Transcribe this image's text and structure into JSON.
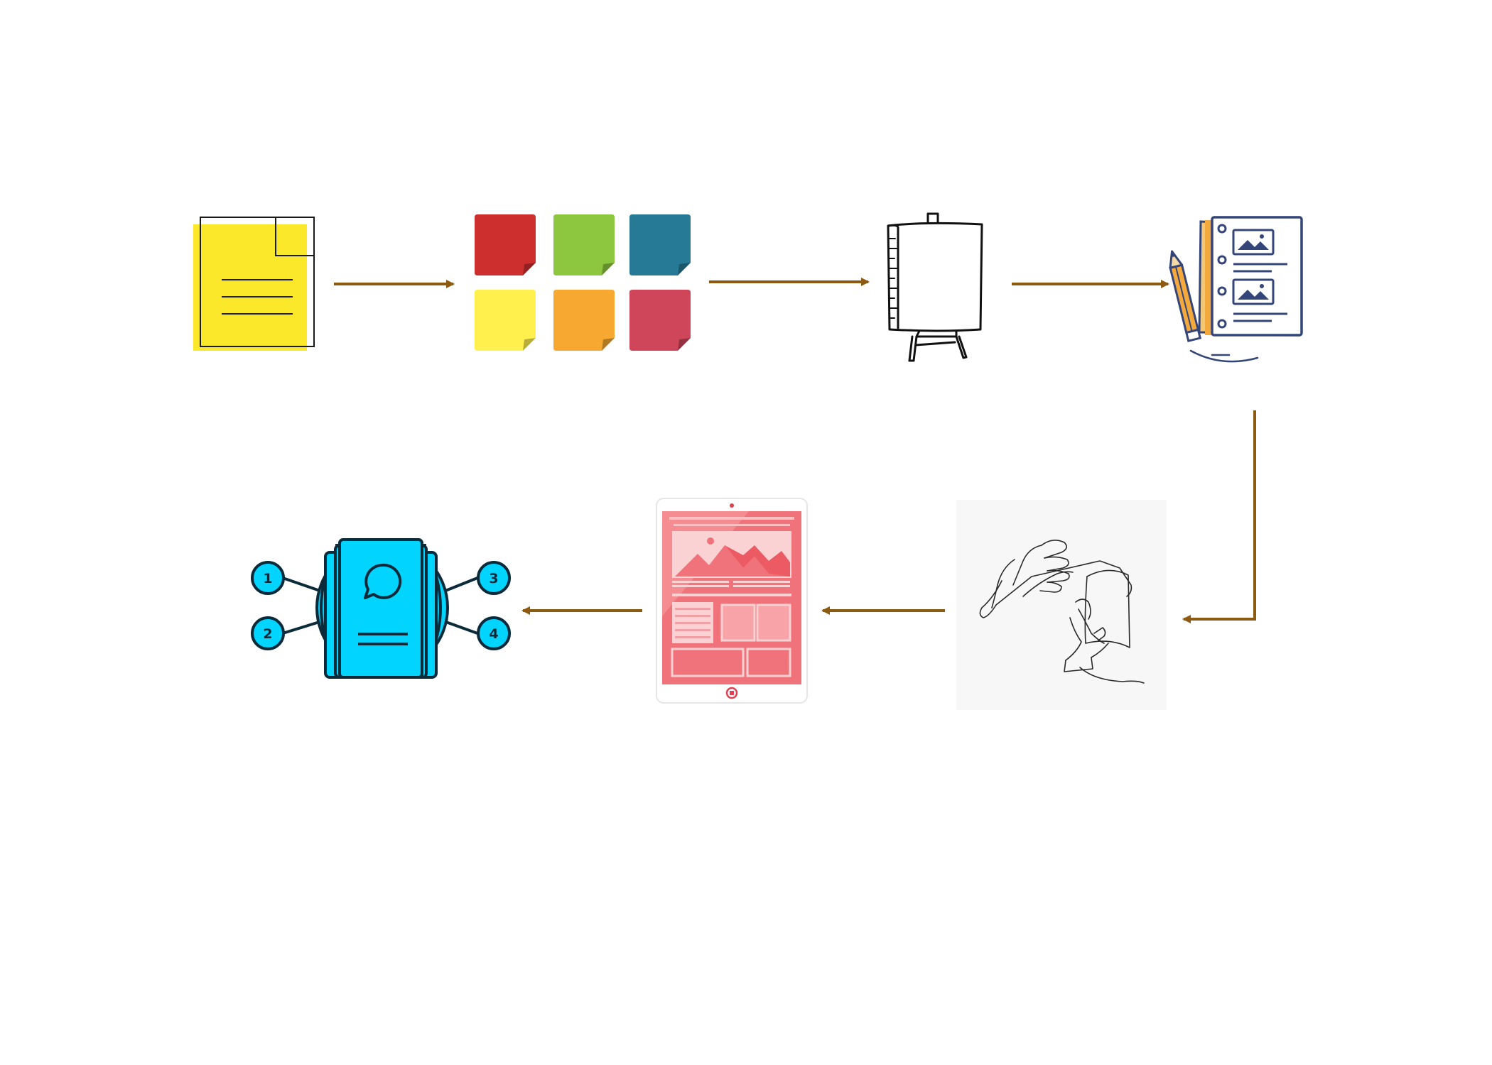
{
  "diagram": {
    "type": "process-flow",
    "steps": [
      {
        "icon": "yellow-document-icon"
      },
      {
        "icon": "sticky-notes-grid-icon"
      },
      {
        "icon": "easel-board-icon"
      },
      {
        "icon": "storyboard-sheets-icon"
      },
      {
        "icon": "hand-sketch-drawing-icon"
      },
      {
        "icon": "tablet-wireframe-icon"
      },
      {
        "icon": "chat-document-network-icon"
      }
    ],
    "network_labels": [
      "1",
      "2",
      "3",
      "4"
    ],
    "colors": {
      "arrow": "#8c5a10",
      "document": "#fbe82a",
      "notes": [
        "#cc2f2e",
        "#8dc63f",
        "#267a96",
        "#fff04e",
        "#f6a831",
        "#cf465a"
      ],
      "storyboard": "#34457a",
      "tablet": "#f0727a",
      "network": "#00d4ff",
      "network_outline": "#0b2a3a"
    }
  }
}
